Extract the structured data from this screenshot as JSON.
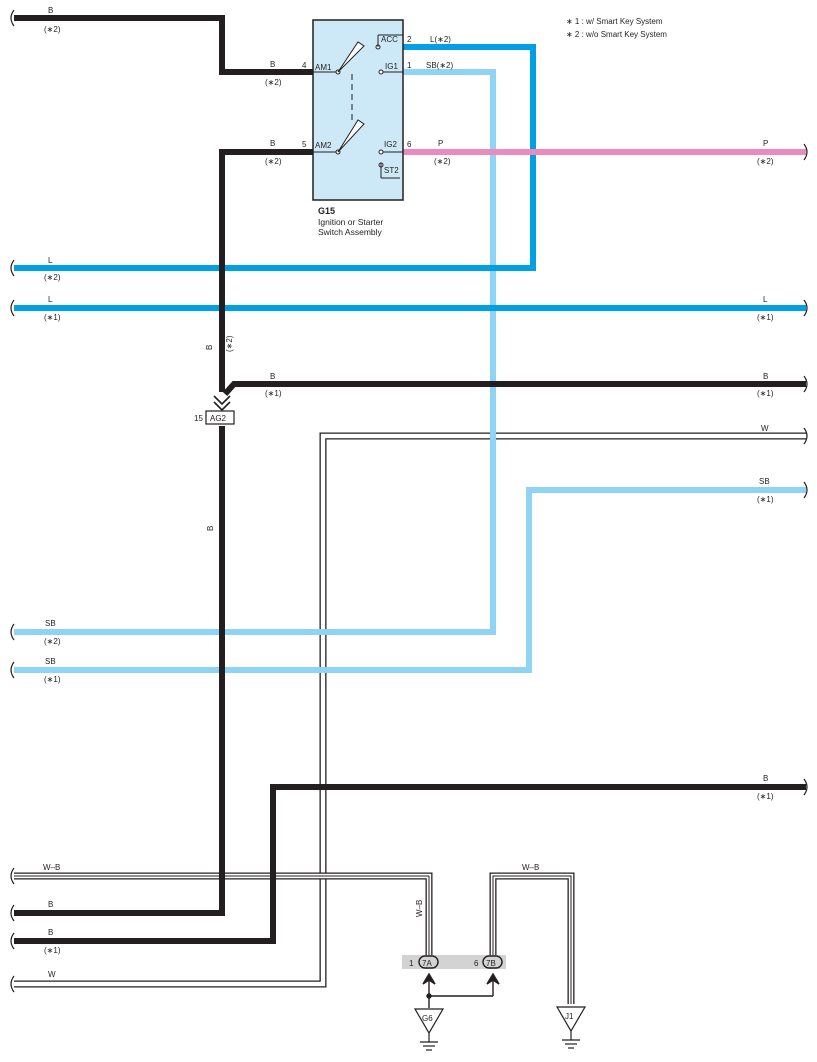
{
  "legend": {
    "note1": "∗ 1 : w/ Smart Key System",
    "note2": "∗ 2 : w/o Smart Key System"
  },
  "colors": {
    "black_wire": "#231f20",
    "blue_wire": "#00a0e3",
    "sky_blue_wire": "#8fd3f5",
    "pink_wire": "#e98bbd",
    "white_wire": "#ffffff",
    "component_fill": "#cde9f7",
    "connector_band": "#d3d3d3"
  },
  "component": {
    "code": "G15",
    "name_line1": "Ignition or Starter",
    "name_line2": "Switch Assembly",
    "terminals": {
      "am1": "AM1",
      "am2": "AM2",
      "acc": "ACC",
      "ig1": "IG1",
      "ig2": "IG2",
      "st2": "ST2"
    },
    "pins": {
      "am1": "4",
      "am2": "5",
      "acc": "2",
      "ig1": "1",
      "ig2": "6"
    }
  },
  "wires": {
    "b_top_left": {
      "color": "B",
      "note": "(∗2)"
    },
    "b_am1": {
      "color": "B",
      "note": "(∗2)"
    },
    "b_am2": {
      "color": "B",
      "note": "(∗2)"
    },
    "acc_out": {
      "label": "L(∗2)"
    },
    "ig1_out": {
      "label": "SB(∗2)"
    },
    "ig2_out": {
      "color": "P",
      "note": "(∗2)"
    },
    "p_right": {
      "color": "P",
      "note": "(∗2)"
    },
    "l_left_2": {
      "color": "L",
      "note": "(∗2)"
    },
    "l_left_1": {
      "color": "L",
      "note": "(∗1)"
    },
    "l_right_1": {
      "color": "L",
      "note": "(∗1)"
    },
    "b_vert_label": "B",
    "b_vert_note": "(∗2)",
    "b_mid": {
      "color": "B",
      "note": "(∗1)"
    },
    "b_right_384": {
      "color": "B",
      "note": "(∗1)"
    },
    "w_right": {
      "color": "W"
    },
    "sb_right": {
      "color": "SB",
      "note": "(∗1)"
    },
    "b_vert_lower": "B",
    "sb_left_2": {
      "color": "SB",
      "note": "(∗2)"
    },
    "sb_left_1": {
      "color": "SB",
      "note": "(∗1)"
    },
    "b_right_787": {
      "color": "B",
      "note": "(∗1)"
    },
    "wb_left": {
      "color": "W–B"
    },
    "b_left_912": {
      "color": "B"
    },
    "b_left_941": {
      "color": "B",
      "note": "(∗1)"
    },
    "w_left": {
      "color": "W"
    },
    "wb_vert": "W–B",
    "wb_j1": {
      "color": "W–B"
    }
  },
  "connectors": {
    "ag2": {
      "code": "AG2",
      "pin": "15"
    },
    "c7a": {
      "code": "7A",
      "pin": "1"
    },
    "c7b": {
      "code": "7B",
      "pin": "6"
    }
  },
  "grounds": {
    "g6": "G6",
    "j1": "J1"
  }
}
